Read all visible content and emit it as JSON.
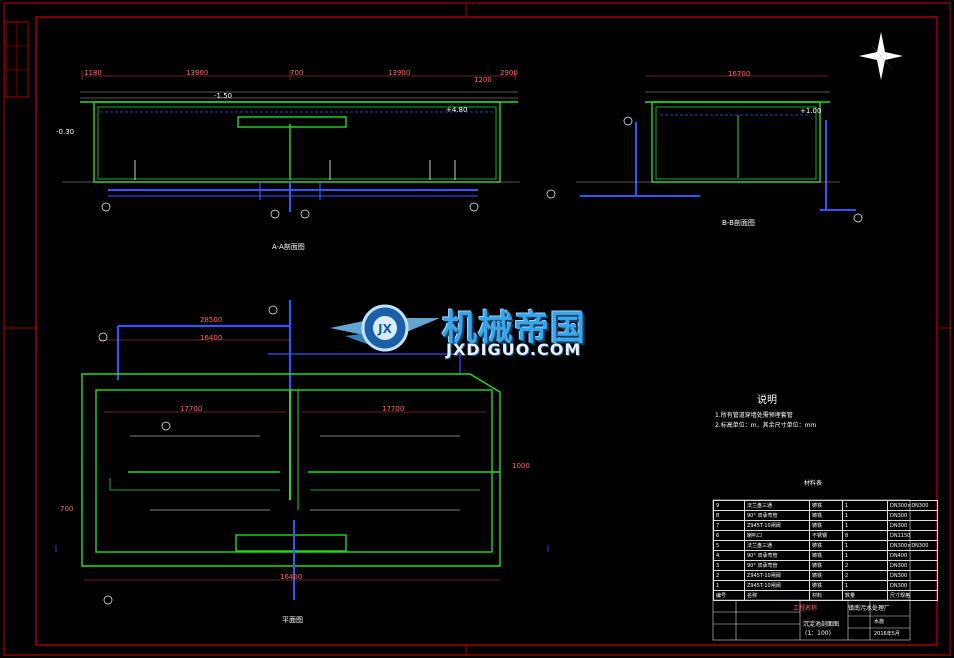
{
  "watermark": {
    "cn": "机械帝国",
    "en": "JXDIGUO.COM"
  },
  "notes_title": "说明",
  "notes": [
    "1.所有管道穿墙处需预埋套管",
    "2.标高单位：m，其余尺寸单位：mm"
  ],
  "section_labels": {
    "a": "A-A剖面图",
    "b": "B-B剖面图",
    "plan": "平面图",
    "bom_title": "材料表"
  },
  "dimensions": {
    "top_a": [
      "1180",
      "13900",
      "700",
      "13900",
      "1200",
      "2900"
    ],
    "top_b": [
      "16700"
    ],
    "plan_top": [
      "28500",
      "16400"
    ],
    "plan_inner": [
      "17700",
      "17700"
    ],
    "plan_bottom": [
      "16400"
    ],
    "plan_side": [
      "1000",
      "700"
    ],
    "elev": [
      "-1.50",
      "+4.80",
      "+1.00",
      "-0.30"
    ]
  },
  "bom": {
    "rows": [
      {
        "no": "9",
        "name": "法兰盘三通",
        "mat": "铸铁",
        "qty": "1",
        "spec": "DN300×DN300"
      },
      {
        "no": "8",
        "name": "90° 双承弯管",
        "mat": "铸铁",
        "qty": "1",
        "spec": "DN300"
      },
      {
        "no": "7",
        "name": "Z945T-10闸阀",
        "mat": "铸铁",
        "qty": "1",
        "spec": "DN300"
      },
      {
        "no": "6",
        "name": "喇叭口",
        "mat": "不锈钢",
        "qty": "8",
        "spec": "DN1150"
      },
      {
        "no": "5",
        "name": "法兰盘三通",
        "mat": "铸铁",
        "qty": "1",
        "spec": "DN300×DN300"
      },
      {
        "no": "4",
        "name": "90° 双承弯管",
        "mat": "铸铁",
        "qty": "1",
        "spec": "DN400"
      },
      {
        "no": "3",
        "name": "90° 双承弯管",
        "mat": "铸铁",
        "qty": "2",
        "spec": "DN300"
      },
      {
        "no": "2",
        "name": "Z945T-10闸阀",
        "mat": "铸铁",
        "qty": "2",
        "spec": "DN300"
      },
      {
        "no": "1",
        "name": "Z945T-10闸阀",
        "mat": "铸铁",
        "qty": "1",
        "spec": "DN300"
      }
    ],
    "header": {
      "no": "编号",
      "name": "名称",
      "mat": "材料",
      "qty": "数量",
      "spec": "尺寸规格"
    }
  },
  "titleblock": {
    "project_label": "工程名称",
    "project": "镇南污水处理厂",
    "drawing": "沉淀池剖面图",
    "scale": "(1：100)",
    "drawing_no": "水施",
    "date": "2016年5月"
  },
  "colors": {
    "frame": "#cc0000",
    "wall": "#22dd22",
    "pipe": "#3355ff",
    "text": "#ffffff",
    "dim": "#cc4444"
  }
}
